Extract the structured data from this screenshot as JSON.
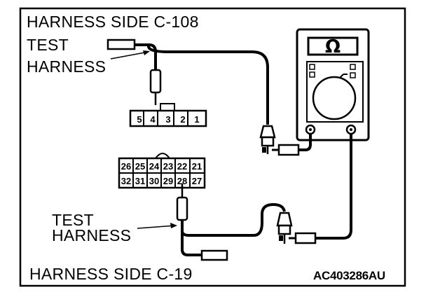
{
  "labels": {
    "top_title": "HARNESS SIDE C-108",
    "bottom_title": "HARNESS SIDE C-19",
    "test_harness_top": [
      "TEST",
      "HARNESS"
    ],
    "test_harness_bottom": [
      "TEST",
      "HARNESS"
    ],
    "figure_code": "AC403286AU"
  },
  "meter": {
    "symbol": "Ω",
    "icon": "ohmmeter-icon"
  },
  "connector_c108": {
    "pins": [
      "5",
      "4",
      "3",
      "2",
      "1"
    ]
  },
  "connector_c19": {
    "pins_top": [
      "26",
      "25",
      "24",
      "23",
      "22",
      "21"
    ],
    "pins_bottom": [
      "32",
      "31",
      "30",
      "29",
      "28",
      "27"
    ]
  },
  "colors": {
    "line": "#000000",
    "background": "#ffffff"
  }
}
